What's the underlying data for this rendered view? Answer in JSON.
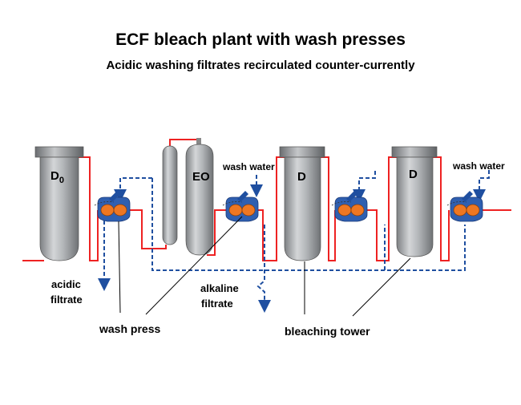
{
  "title": "ECF bleach plant with wash presses",
  "subtitle": "Acidic washing filtrates recirculated counter-currently",
  "towers": {
    "d0": "D",
    "d0_subscript": "0",
    "eo": "EO",
    "d1": "D",
    "d2": "D"
  },
  "labels": {
    "wash_water_1": "wash water",
    "wash_water_2": "wash water",
    "acidic_filtrate_1": "acidic",
    "acidic_filtrate_2": "filtrate",
    "alkaline_filtrate_1": "alkaline",
    "alkaline_filtrate_2": "filtrate",
    "wash_press": "wash press",
    "bleaching_tower": "bleaching tower"
  },
  "colors": {
    "pulp_line": "#ee2222",
    "filtrate_line": "#1f4fa0",
    "tower": "#a9acaf",
    "press_body": "#2f5fb0",
    "press_drum": "#ee7722"
  }
}
